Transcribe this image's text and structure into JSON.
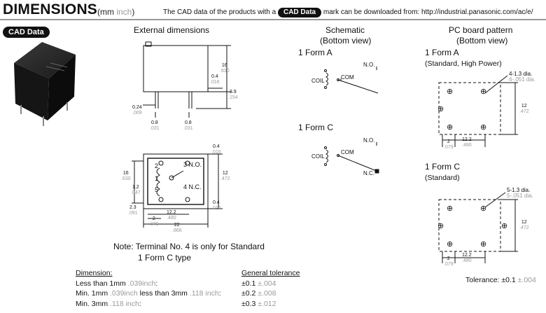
{
  "header": {
    "title": "DIMENSIONS",
    "unit_open": "(mm ",
    "unit_inch": "inch",
    "unit_close": ")",
    "note_pre": "The CAD data of the products with a",
    "badge": "CAD Data",
    "note_post": "mark can be downloaded from: http://industrial.panasonic.com/ac/e/"
  },
  "cad_badge": "CAD Data",
  "external": {
    "heading": "External dimensions",
    "dims": {
      "h16": "16",
      "h16i": ".630",
      "t04": "0.4",
      "t04i": ".016",
      "p39": "3.9",
      "p39i": ".154",
      "w024": "0.24",
      "w024i": ".009",
      "a08": "0.8",
      "a08i": ".031",
      "b08": "0.8",
      "b08i": ".031"
    }
  },
  "bottom_view": {
    "pins": {
      "p1": "1",
      "p2": "2",
      "p3": "3",
      "p4": "4",
      "p5": "5",
      "no": "N.O.",
      "nc": "N.C."
    },
    "dims": {
      "t04a": "0.4",
      "t04ai": ".016",
      "l16": "16",
      "l16i": ".630",
      "l12": "1.2",
      "l12i": ".047",
      "r12": "12",
      "r12i": ".472",
      "t04b": "0.4",
      "t04bi": ".016",
      "b23": "2.3",
      "b23i": ".091",
      "b122": "12.2",
      "b122i": ".480",
      "b2": "2",
      "b2i": ".079",
      "b22": "22",
      "b22i": ".866"
    }
  },
  "terminal_note": {
    "line1": "Note: Terminal No. 4 is only for Standard",
    "line2": "1 Form C type"
  },
  "schematic": {
    "heading1": "Schematic",
    "heading2": "(Bottom view)",
    "form_a": "1 Form A",
    "form_c": "1 Form C",
    "coil": "COIL",
    "com": "COM",
    "no": "N.O.",
    "nc": "N.C."
  },
  "pcb": {
    "heading1": "PC board pattern",
    "heading2": "(Bottom view)",
    "form_a": "1 Form A",
    "form_a_sub": "(Standard, High Power)",
    "form_a_hole": "4-1.3 dia.",
    "form_a_hole_i": "4-.051 dia.",
    "form_c": "1 Form C",
    "form_c_sub": "(Standard)",
    "form_c_hole": "5-1.3 dia.",
    "form_c_hole_i": "5-.051 dia.",
    "d12": "12",
    "d12i": ".472",
    "d2": "2",
    "d2i": ".079",
    "d122": "12.2",
    "d122i": ".480",
    "tolerance": "Tolerance: ±0.1 ",
    "tolerance_i": "±.004"
  },
  "tolerances": {
    "col1_head": "Dimension:",
    "col2_head": "General tolerance",
    "rows": [
      {
        "a": "Less than 1mm ",
        "ai": ".039inch",
        "b": ":",
        "v": "±0.1 ",
        "vi": "±.004"
      },
      {
        "a": "Min. 1mm ",
        "ai": ".039inch",
        "b": " less than 3mm ",
        "bi": ".118 inch",
        "c": ":",
        "v": "±0.2 ",
        "vi": "±.008"
      },
      {
        "a": "Min. 3mm ",
        "ai": ".118 inch",
        "b": ":",
        "v": "±0.3 ",
        "vi": "±.012"
      }
    ]
  }
}
